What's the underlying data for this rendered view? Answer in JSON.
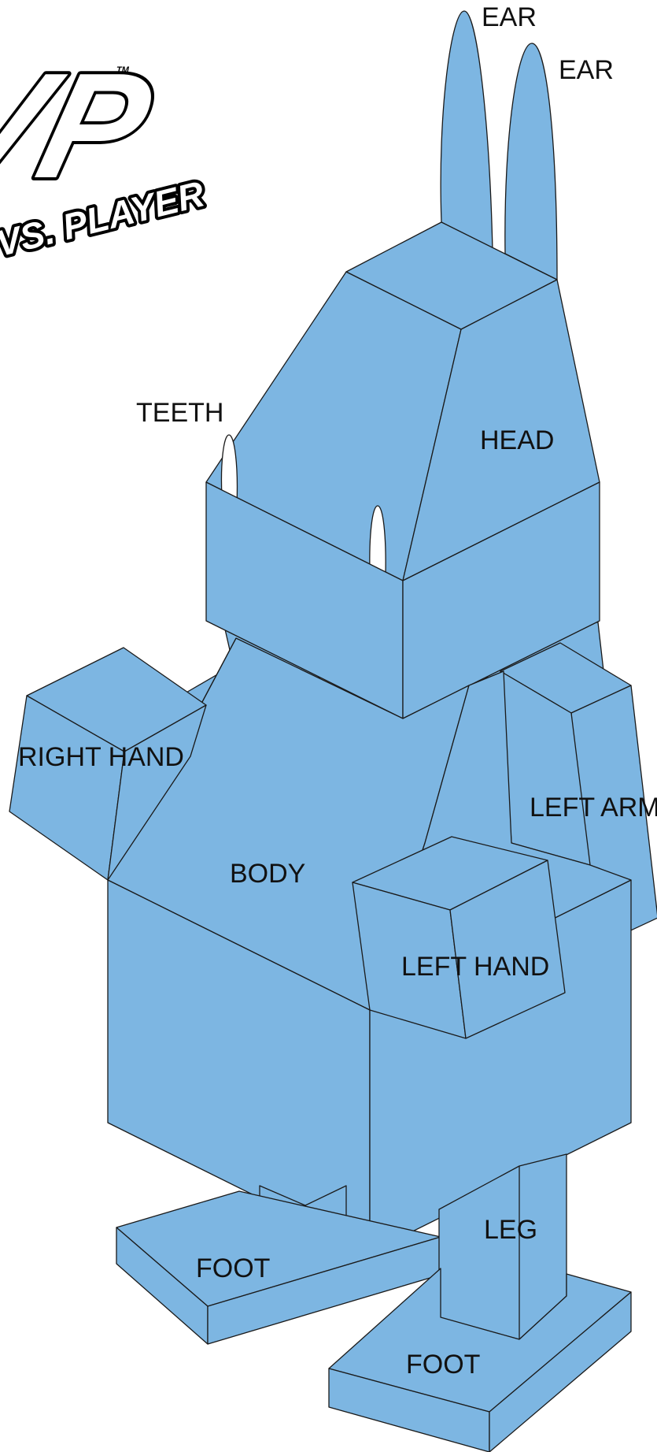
{
  "logo": {
    "mark": "VP",
    "tagline": "VS. PLAYER",
    "tm": "TM"
  },
  "labels": {
    "ear_left": "EAR",
    "ear_right": "EAR",
    "head": "HEAD",
    "teeth": "TEETH",
    "right_hand": "RIGHT HAND",
    "left_arm": "LEFT ARM",
    "body": "BODY",
    "left_hand": "LEFT HAND",
    "leg": "LEG",
    "foot_left": "FOOT",
    "foot_right": "FOOT"
  },
  "colors": {
    "part_fill": "#7db6e2",
    "outline": "#1a1a1a",
    "teeth_fill": "#ffffff",
    "background": "#ffffff"
  }
}
